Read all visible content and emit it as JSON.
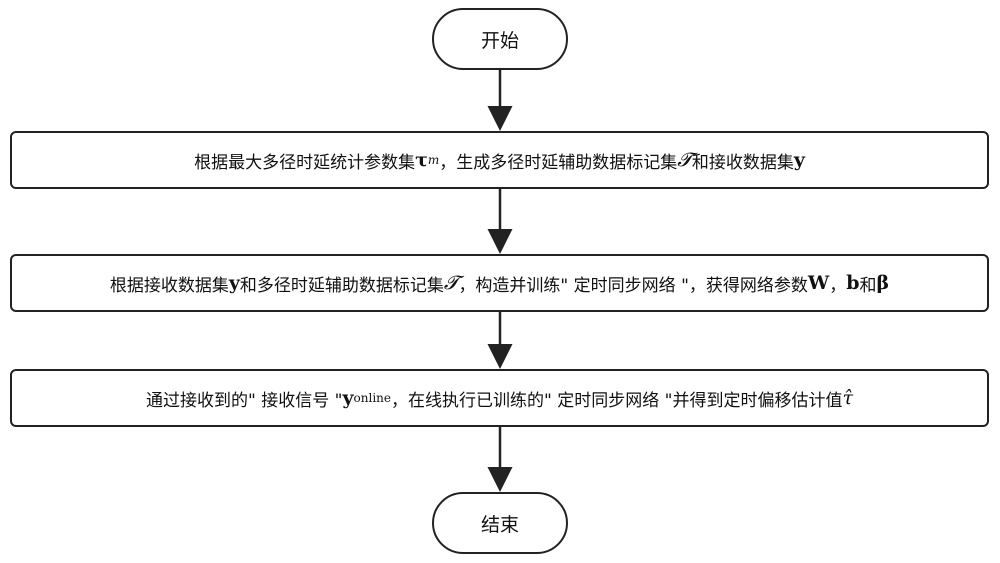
{
  "flowchart": {
    "start": "开始",
    "end": "结束",
    "step1": {
      "t1": "根据最大多径时延统计参数集",
      "s1": "τ",
      "s1_sub": "m",
      "t2": "，生成多径时延辅助数据标记集",
      "s2": "𝓣",
      "t3": " 和接收数据集",
      "s3": "y"
    },
    "step2": {
      "t1": "根据接收数据集",
      "s1": "y",
      "t2": "和多径时延辅助数据标记集",
      "s2": "𝓣",
      "t3": "，构造并训练\" 定时同步网络 \"，获得网络参数",
      "s3": "W",
      "t4": "，",
      "s4": "b",
      "t5": "和",
      "s5": "β"
    },
    "step3": {
      "t1": "通过接收到的\" 接收信号 \" ",
      "s1": "y",
      "s1_sup": "online",
      "t2": "，在线执行已训练的\" 定时同步网络 \"并得到定时偏移估计值 ",
      "s2": "τ̂"
    }
  }
}
